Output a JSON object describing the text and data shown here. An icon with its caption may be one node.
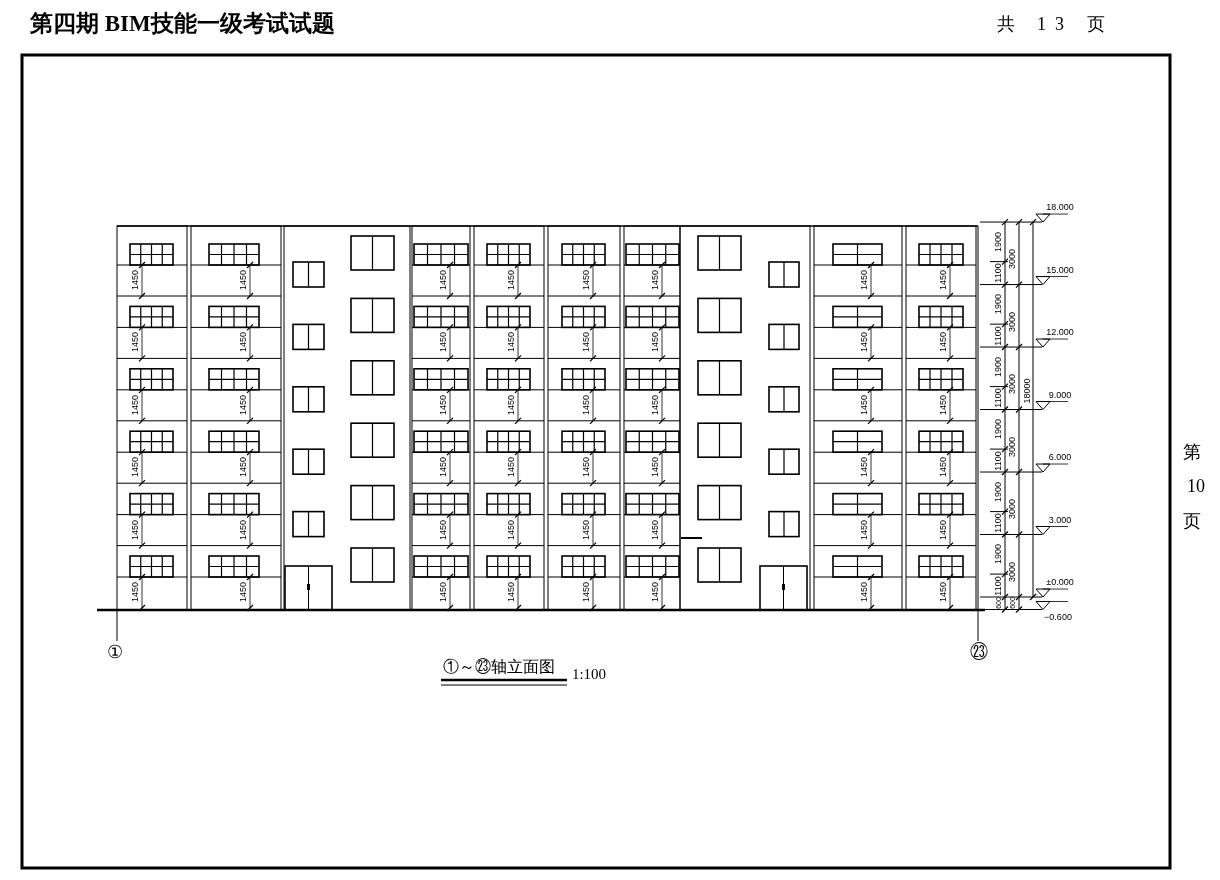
{
  "diagram": {
    "title": "第四期 BIM技能一级考试试题",
    "caption": "①～㉓轴立面图",
    "labels": [
      "共 13 页",
      "第",
      "10",
      "页",
      "1450",
      "1450",
      "1450",
      "1450",
      "1450",
      "1450",
      "1450",
      "1450",
      "1450",
      "1450",
      "1450",
      "1450",
      "1450",
      "1450",
      "1450",
      "1450",
      "1450",
      "1450",
      "1450",
      "1450",
      "1450",
      "1450",
      "1450",
      "1450",
      "1450",
      "1450",
      "1450",
      "1450",
      "1450",
      "1450",
      "1450",
      "1450",
      "1450",
      "1450",
      "1450",
      "1450",
      "1450",
      "1450",
      "1450",
      "1450",
      "1450",
      "1450",
      "1450",
      "1450",
      "1450",
      "1450",
      "1450",
      "1450",
      "18.000",
      "1900",
      "3000",
      "1100",
      "15.000",
      "1900",
      "3000",
      "1100",
      "12.000",
      "1900",
      "3000",
      "1100",
      "18000",
      "9.000",
      "1900",
      "3000",
      "1100",
      "6.000",
      "1900",
      "3000",
      "1100",
      "3.000",
      "1900",
      "3000",
      "1100",
      "±0.000",
      "600",
      "600",
      "−0.600",
      "①",
      "㉓",
      "1:100"
    ]
  }
}
